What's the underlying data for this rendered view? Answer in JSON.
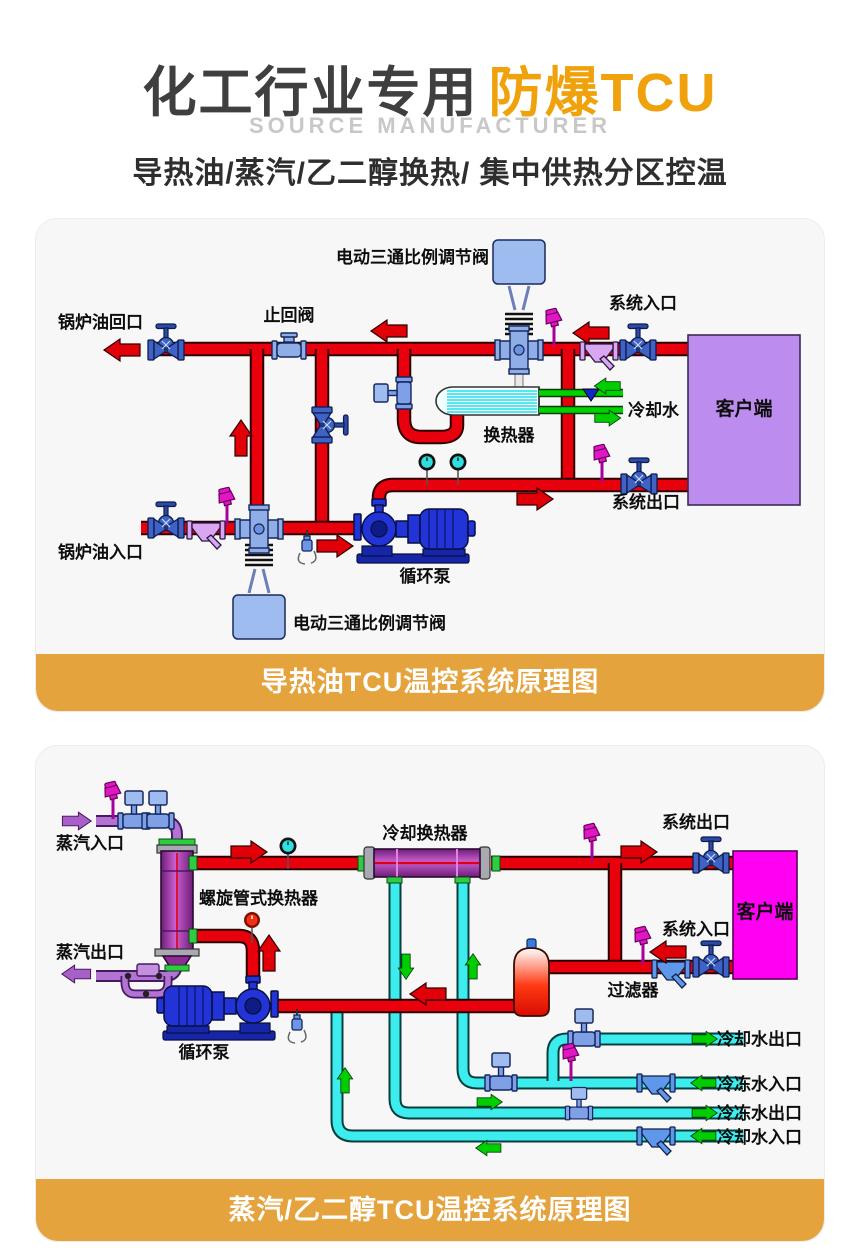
{
  "header": {
    "title_main": "化工行业专用",
    "title_accent": "防爆TCU",
    "subtitle": "SOURCE MANUFACTURER",
    "tagline": "导热油/蒸汽/乙二醇换热/ 集中供热分区控温"
  },
  "colors": {
    "accent_orange": "#f0a20c",
    "banner_gold": "#e5a33d",
    "pipe_hot_red": "#e8000c",
    "pipe_cooling_green": "#00d200",
    "pipe_chilled_cyan": "#3deded",
    "pipe_steam_purple": "#b273d2",
    "client_box_1": "#bc8cef",
    "client_box_2": "#ff00f2",
    "valve_blue": "#3e63c4",
    "sensor_magenta": "#e316c6",
    "pump_blue": "#2233d8"
  },
  "diagram1": {
    "caption": "导热油TCU温控系统原理图",
    "labels": {
      "valve3way_top": "电动三通比例调节阀",
      "boiler_oil_return": "锅炉油回口",
      "check_valve": "止回阀",
      "system_inlet": "系统入口",
      "cooling_water": "冷却水",
      "heat_exchanger": "换热器",
      "client": "客户端",
      "system_outlet": "系统出口",
      "boiler_oil_inlet": "锅炉油入口",
      "valve3way_bottom": "电动三通比例调节阀",
      "circulation_pump": "循环泵"
    }
  },
  "diagram2": {
    "caption": "蒸汽/乙二醇TCU温控系统原理图",
    "labels": {
      "steam_inlet": "蒸汽入口",
      "cooling_exchanger": "冷却换热器",
      "system_outlet": "系统出口",
      "spiral_exchanger": "螺旋管式换热器",
      "client": "客户端",
      "system_inlet": "系统入口",
      "steam_outlet": "蒸汽出口",
      "filter": "过滤器",
      "circulation_pump": "循环泵",
      "cooling_water_out": "冷却水出口",
      "chilled_water_in": "冷冻水入口",
      "chilled_water_out": "冷冻水出口",
      "cooling_water_in": "冷却水入口"
    }
  }
}
